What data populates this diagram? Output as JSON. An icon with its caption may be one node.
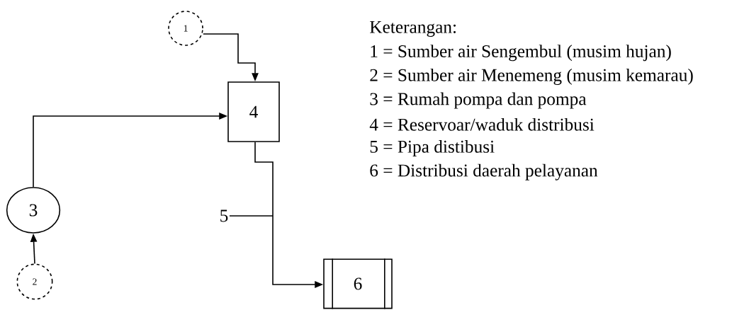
{
  "diagram": {
    "nodes": [
      {
        "text": [
          "1"
        ]
      },
      {
        "text": [
          "4"
        ]
      },
      {
        "text": [
          "3"
        ]
      },
      {
        "text": [
          "5"
        ]
      },
      {
        "text": [
          "6"
        ]
      },
      {
        "text": [
          "2"
        ]
      }
    ],
    "edges": [
      {
        "from": 0,
        "to": 1,
        "arrow": "to"
      },
      {
        "from": 2,
        "to": 1,
        "arrow": "to"
      },
      {
        "from": 1,
        "to": 4,
        "arrow": "to"
      },
      {
        "from": 5,
        "to": 2,
        "arrow": "to"
      },
      {
        "from": 3,
        "to": null,
        "arrow": "none"
      }
    ],
    "labels": [
      "Keterangan:",
      "1 = Sumber air Sengembul (musim hujan)",
      "2 = Sumber air Menemeng (musim kemarau)",
      "3 = Rumah pompa dan pompa",
      "4 = Reservoar/waduk distribusi",
      "5 = Pipa distibusi",
      "6 = Distribusi daerah pelayanan"
    ]
  }
}
